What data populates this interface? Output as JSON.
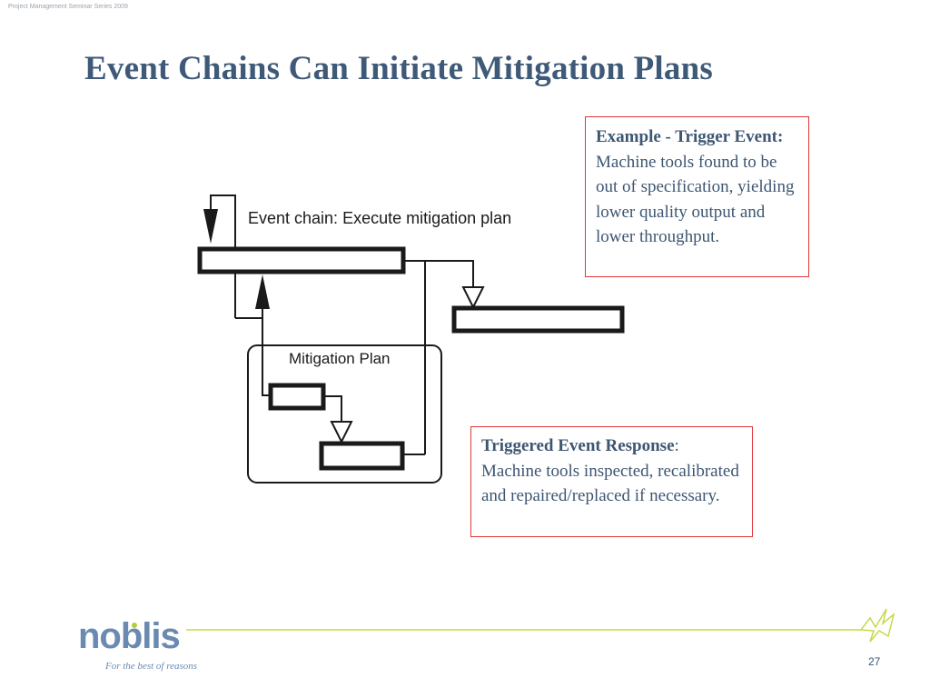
{
  "header": {
    "series_note": "Project Management Seminar Series 2009",
    "title": "Event Chains Can Initiate Mitigation Plans"
  },
  "diagram": {
    "event_chain_label": "Event chain: Execute mitigation plan",
    "mitigation_plan_label": "Mitigation Plan"
  },
  "callouts": {
    "trigger": {
      "heading": "Example - Trigger Event:",
      "text": "Machine tools found to be out of specification, yielding lower quality output and lower throughput."
    },
    "response": {
      "heading": "Triggered Event Response",
      "separator": ":",
      "text": "Machine tools inspected, recalibrated and repaired/replaced if necessary."
    }
  },
  "footer": {
    "logo_text": "noblis",
    "tagline": "For the best of reasons",
    "page_number": "27"
  },
  "colors": {
    "title": "#3f5a78",
    "callout_border": "#e0393b",
    "callout_text": "#3d5672",
    "footer_line": "#c8d84a",
    "logo": "#6b8ab1"
  }
}
